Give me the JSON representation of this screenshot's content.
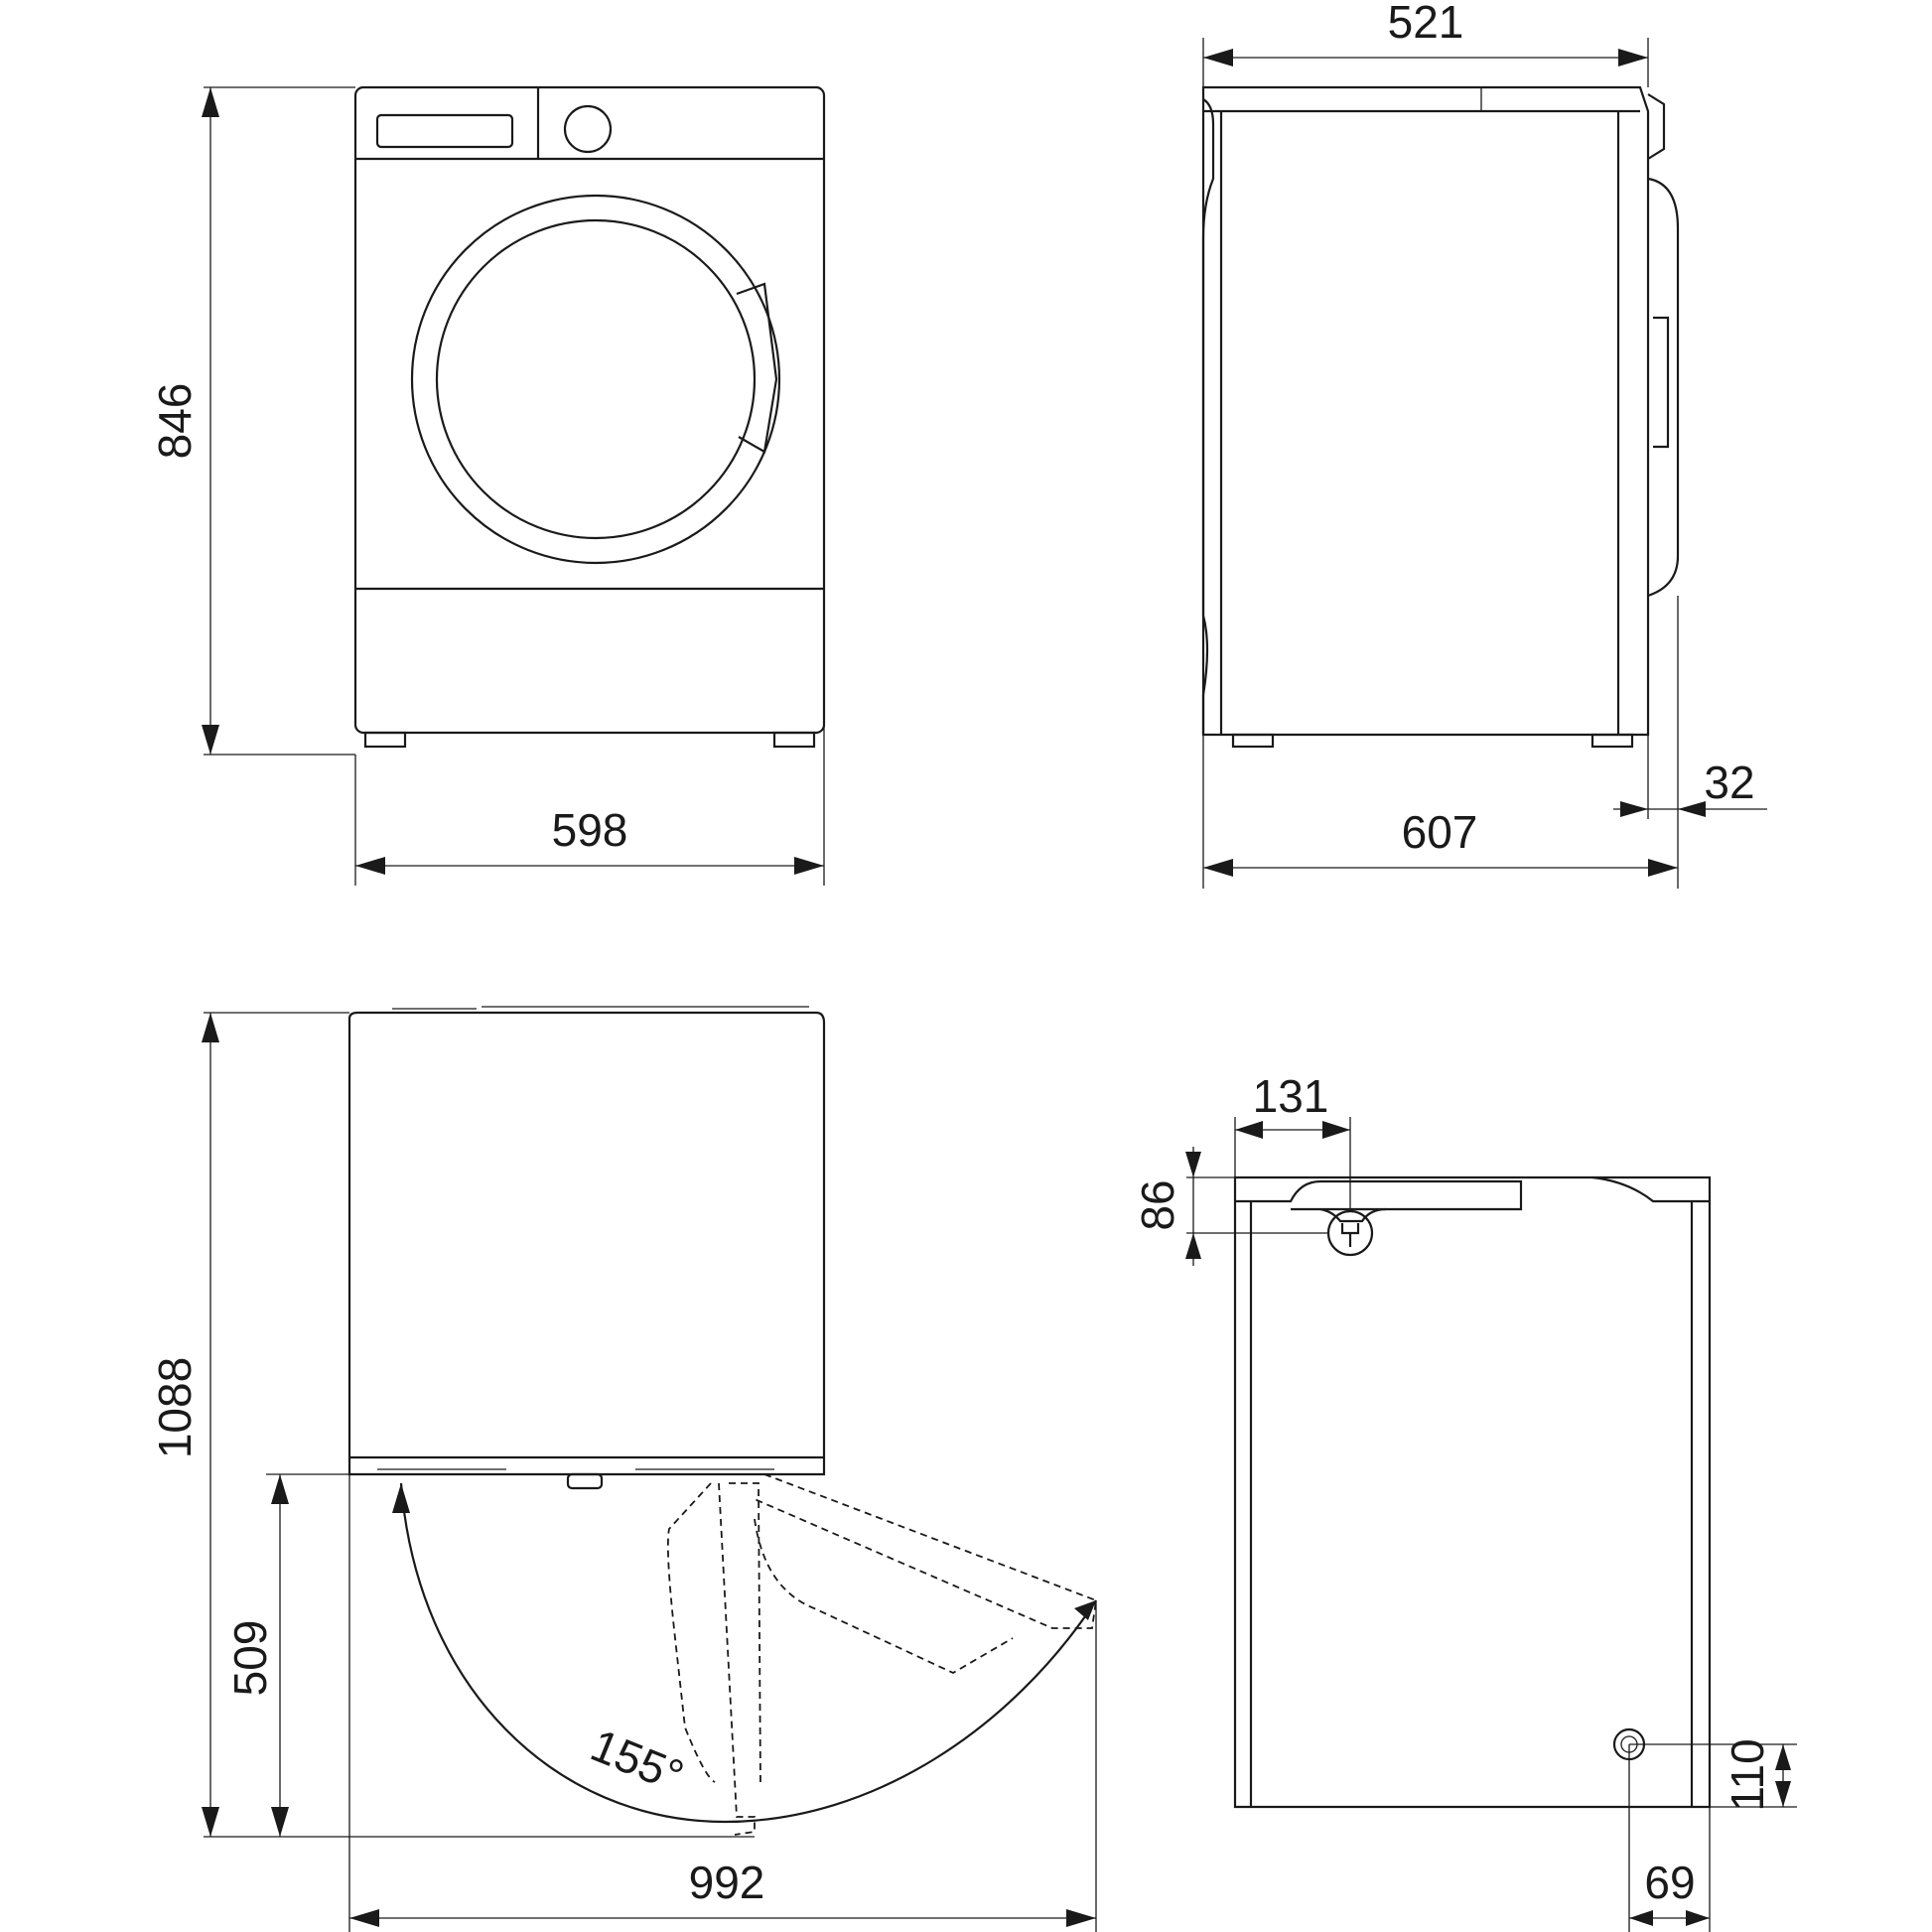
{
  "front_view": {
    "height": "846",
    "width": "598"
  },
  "side_view": {
    "depth_top": "521",
    "depth_total": "607",
    "knob_projection": "32"
  },
  "top_view": {
    "door_open_depth": "1088",
    "door_radius": "509",
    "total_width": "992",
    "door_angle": "155°"
  },
  "rear_view": {
    "plug_offset_x": "131",
    "plug_offset_y": "86",
    "drain_height": "110",
    "drain_offset": "69"
  }
}
